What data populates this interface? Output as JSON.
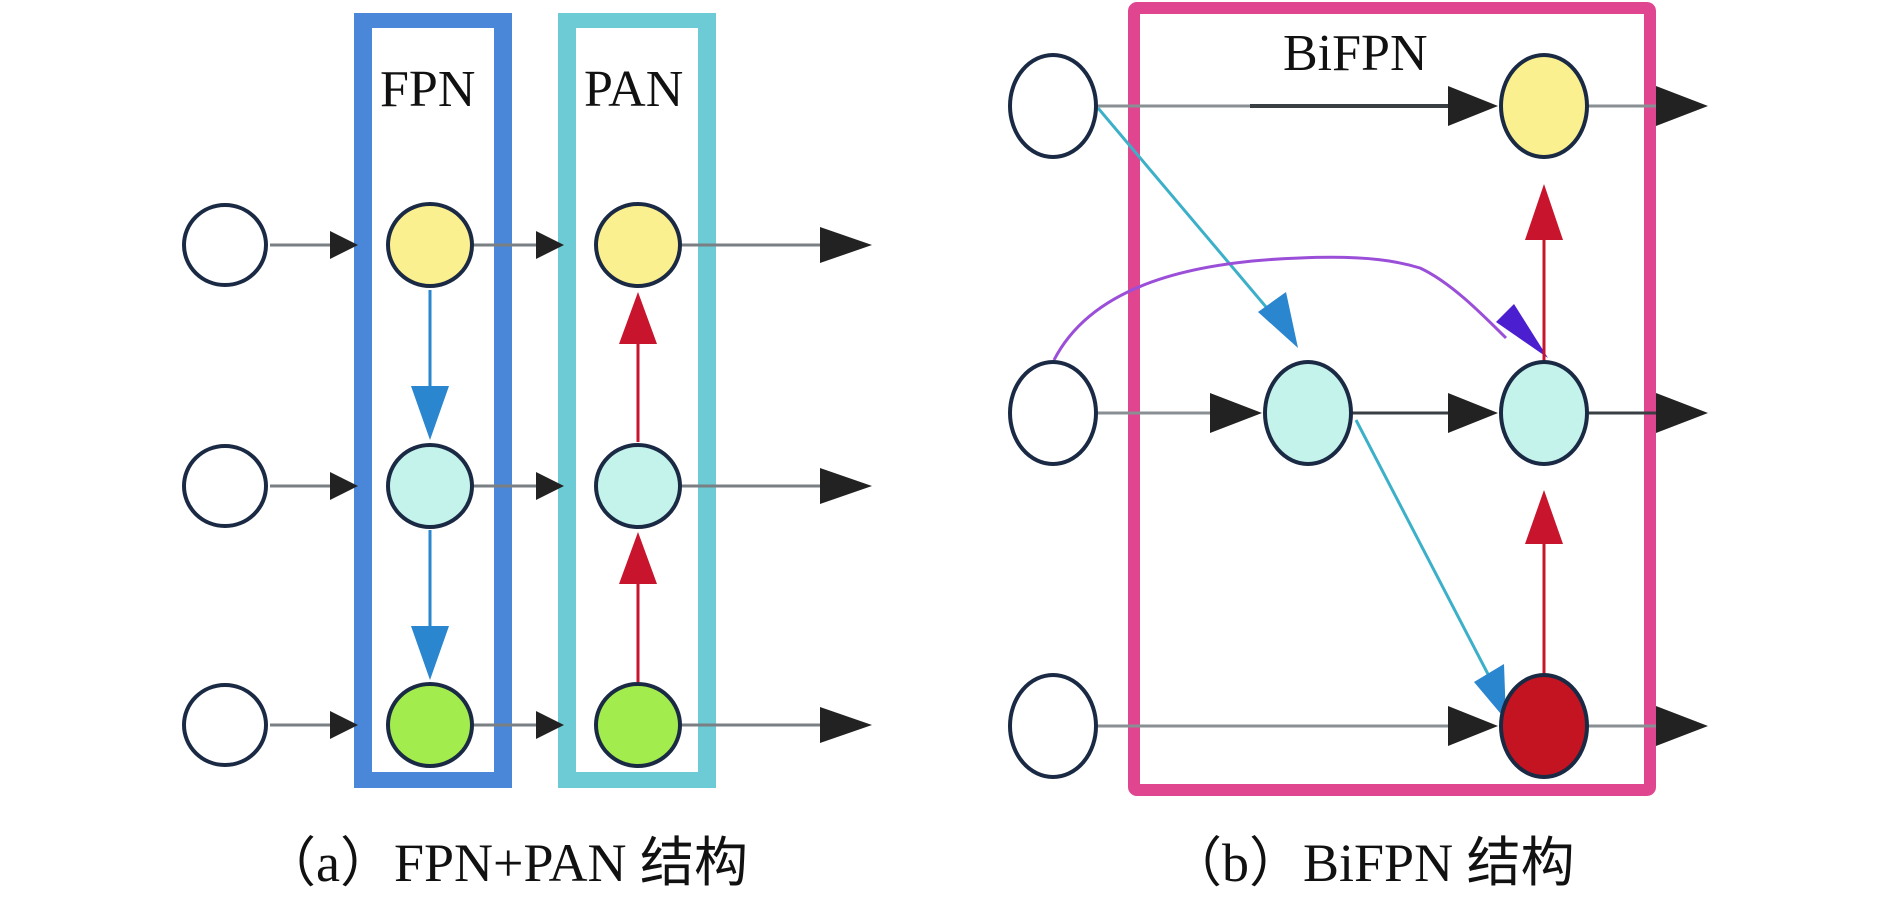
{
  "diagram_a": {
    "fpn_label": "FPN",
    "pan_label": "PAN",
    "caption": "（a）FPN+PAN 结构"
  },
  "diagram_b": {
    "bifpn_label": "BiFPN",
    "caption": "（b）BiFPN 结构"
  },
  "colors": {
    "fpn_box": "#4a87d9",
    "pan_box": "#6ccbd5",
    "bifpn_box": "#e0468f",
    "node_yellow": "#fbf08f",
    "node_cyan": "#c4f3ec",
    "node_green": "#a3ec4d",
    "node_red": "#c51421",
    "node_outline": "#1b2a44",
    "arrow_dark": "#222222",
    "arrow_blue": "#2a86cf",
    "arrow_red": "#c8142c",
    "arrow_teal": "#3cb0c8",
    "arrow_purple": "#9b4fd8"
  }
}
